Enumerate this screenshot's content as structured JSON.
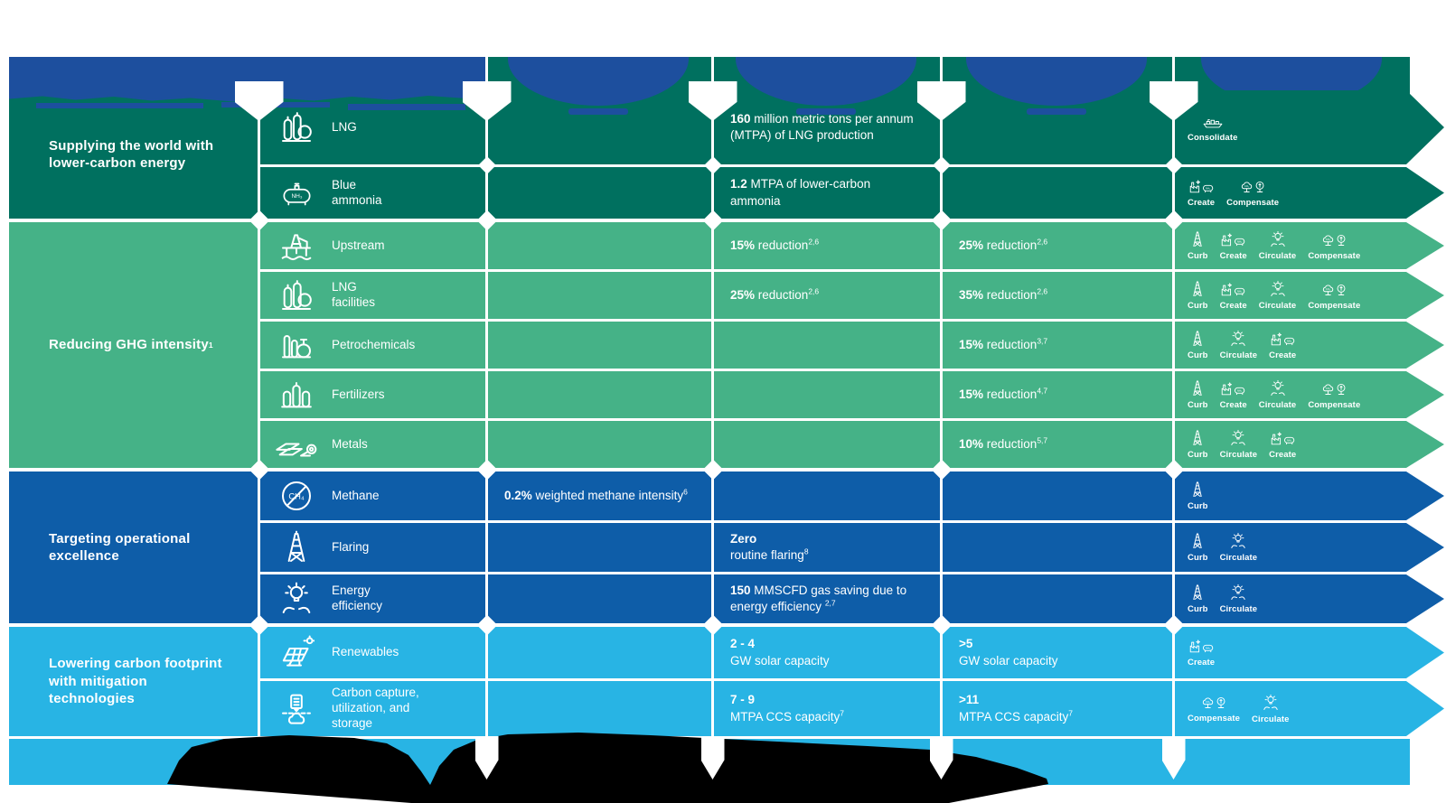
{
  "palette": {
    "navy": "#1D4F9E",
    "teal": "#00705F",
    "green": "#45B287",
    "blue": "#0E5DA8",
    "light_blue": "#28B4E4",
    "line_white": "#FFFFFF",
    "redaction_black": "#000000"
  },
  "sections": [
    {
      "label": "Supplying the world with\nlower-carbon energy",
      "label_sup": "",
      "color": "teal",
      "rows": [
        {
          "name": "lng",
          "icon": "lng-tanks",
          "label": "LNG",
          "cells": [
            {
              "col": 4,
              "bold": "160",
              "text": " million metric tons per annum (MTPA) of LNG production",
              "sup": "",
              "break": false
            }
          ],
          "actions": [
            {
              "name": "consolidate",
              "icon": "lng-ship",
              "label": "Consolidate"
            }
          ]
        },
        {
          "name": "blue-ammonia",
          "icon": "ammonia-tank",
          "label": "Blue\nammonia",
          "cells": [
            {
              "col": 4,
              "bold": "1.2",
              "text": " MTPA of lower-carbon ammonia",
              "sup": "",
              "break": false
            }
          ],
          "actions": [
            {
              "name": "create",
              "icon": "factory-ammonia",
              "label": "Create"
            },
            {
              "name": "compensate",
              "icon": "co2-cloud-tree",
              "label": "Compensate"
            }
          ]
        }
      ]
    },
    {
      "label": "Reducing GHG intensity",
      "label_sup": "1",
      "color": "green",
      "rows": [
        {
          "name": "upstream",
          "icon": "offshore-platform",
          "label": "Upstream",
          "cells": [
            {
              "col": 4,
              "bold": "15%",
              "text": " reduction",
              "sup": "2,6",
              "break": false
            },
            {
              "col": 5,
              "bold": "25%",
              "text": " reduction",
              "sup": "2,6",
              "break": false
            }
          ],
          "actions": [
            {
              "name": "curb",
              "icon": "flare-derrick",
              "label": "Curb"
            },
            {
              "name": "create",
              "icon": "factory-ammonia",
              "label": "Create"
            },
            {
              "name": "circulate",
              "icon": "bulb-in-hands",
              "label": "Circulate"
            },
            {
              "name": "compensate",
              "icon": "co2-cloud-tree",
              "label": "Compensate"
            }
          ]
        },
        {
          "name": "lng-facilities",
          "icon": "lng-tanks",
          "label": "LNG\nfacilities",
          "cells": [
            {
              "col": 4,
              "bold": "25%",
              "text": " reduction",
              "sup": "2,6",
              "break": false
            },
            {
              "col": 5,
              "bold": "35%",
              "text": " reduction",
              "sup": "2,6",
              "break": false
            }
          ],
          "actions": [
            {
              "name": "curb",
              "icon": "flare-derrick",
              "label": "Curb"
            },
            {
              "name": "create",
              "icon": "factory-ammonia",
              "label": "Create"
            },
            {
              "name": "circulate",
              "icon": "bulb-in-hands",
              "label": "Circulate"
            },
            {
              "name": "compensate",
              "icon": "co2-cloud-tree",
              "label": "Compensate"
            }
          ]
        },
        {
          "name": "petrochemicals",
          "icon": "petrochemical-plant",
          "label": "Petrochemicals",
          "cells": [
            {
              "col": 5,
              "bold": "15%",
              "text": " reduction",
              "sup": "3,7",
              "break": false
            }
          ],
          "actions": [
            {
              "name": "curb",
              "icon": "flare-derrick",
              "label": "Curb"
            },
            {
              "name": "circulate",
              "icon": "bulb-in-hands",
              "label": "Circulate"
            },
            {
              "name": "create",
              "icon": "factory-ammonia",
              "label": "Create"
            }
          ]
        },
        {
          "name": "fertilizers",
          "icon": "fertilizer-plant",
          "label": "Fertilizers",
          "cells": [
            {
              "col": 5,
              "bold": "15%",
              "text": " reduction",
              "sup": "4,7",
              "break": false
            }
          ],
          "actions": [
            {
              "name": "curb",
              "icon": "flare-derrick",
              "label": "Curb"
            },
            {
              "name": "create",
              "icon": "factory-ammonia",
              "label": "Create"
            },
            {
              "name": "circulate",
              "icon": "bulb-in-hands",
              "label": "Circulate"
            },
            {
              "name": "compensate",
              "icon": "co2-cloud-tree",
              "label": "Compensate"
            }
          ]
        },
        {
          "name": "metals",
          "icon": "metal-products",
          "label": "Metals",
          "cells": [
            {
              "col": 5,
              "bold": "10%",
              "text": " reduction",
              "sup": "5,7",
              "break": false
            }
          ],
          "actions": [
            {
              "name": "curb",
              "icon": "flare-derrick",
              "label": "Curb"
            },
            {
              "name": "circulate",
              "icon": "bulb-in-hands",
              "label": "Circulate"
            },
            {
              "name": "create",
              "icon": "factory-ammonia",
              "label": "Create"
            }
          ]
        }
      ]
    },
    {
      "label": "Targeting operational\nexcellence",
      "label_sup": "",
      "color": "blue",
      "rows": [
        {
          "name": "methane",
          "icon": "methane-crossed",
          "label": "Methane",
          "cells": [
            {
              "col": 3,
              "bold": "0.2%",
              "text": " weighted methane intensity",
              "sup": "6",
              "break": false
            }
          ],
          "actions": [
            {
              "name": "curb",
              "icon": "flare-derrick",
              "label": "Curb"
            }
          ]
        },
        {
          "name": "flaring",
          "icon": "flare-derrick",
          "label": "Flaring",
          "cells": [
            {
              "col": 4,
              "bold": "Zero",
              "text": "routine flaring",
              "sup": "8",
              "break": true
            }
          ],
          "actions": [
            {
              "name": "curb",
              "icon": "flare-derrick",
              "label": "Curb"
            },
            {
              "name": "circulate",
              "icon": "bulb-in-hands",
              "label": "Circulate"
            }
          ]
        },
        {
          "name": "energy-efficiency",
          "icon": "bulb-in-hands",
          "label": "Energy\nefficiency",
          "cells": [
            {
              "col": 4,
              "bold": "150",
              "text": " MMSCFD gas saving due to energy efficiency ",
              "sup": "2,7",
              "break": false
            }
          ],
          "actions": [
            {
              "name": "curb",
              "icon": "flare-derrick",
              "label": "Curb"
            },
            {
              "name": "circulate",
              "icon": "bulb-in-hands",
              "label": "Circulate"
            }
          ]
        }
      ]
    },
    {
      "label": "Lowering carbon footprint\nwith mitigation\ntechnologies",
      "label_sup": "",
      "color": "light_blue",
      "rows": [
        {
          "name": "renewables",
          "icon": "solar-panel",
          "label": "Renewables",
          "cells": [
            {
              "col": 4,
              "bold": "2 - 4",
              "text": "GW solar capacity",
              "sup": "",
              "break": true
            },
            {
              "col": 5,
              "bold": ">5",
              "text": "GW solar capacity",
              "sup": "",
              "break": true
            }
          ],
          "actions": [
            {
              "name": "create",
              "icon": "factory-ammonia",
              "label": "Create"
            }
          ]
        },
        {
          "name": "carbon-capture-utilization-storage",
          "icon": "carbon-capture",
          "label": "Carbon capture,\nutilization, and\nstorage",
          "cells": [
            {
              "col": 4,
              "bold": "7 - 9",
              "text": "MTPA CCS capacity",
              "sup": "7",
              "break": true
            },
            {
              "col": 5,
              "bold": ">11",
              "text": "MTPA CCS capacity",
              "sup": "7",
              "break": true
            }
          ],
          "actions": [
            {
              "name": "compensate",
              "icon": "co2-cloud-tree",
              "label": "Compensate"
            },
            {
              "name": "circulate",
              "icon": "bulb-in-hands",
              "label": "Circulate"
            }
          ]
        }
      ]
    }
  ]
}
